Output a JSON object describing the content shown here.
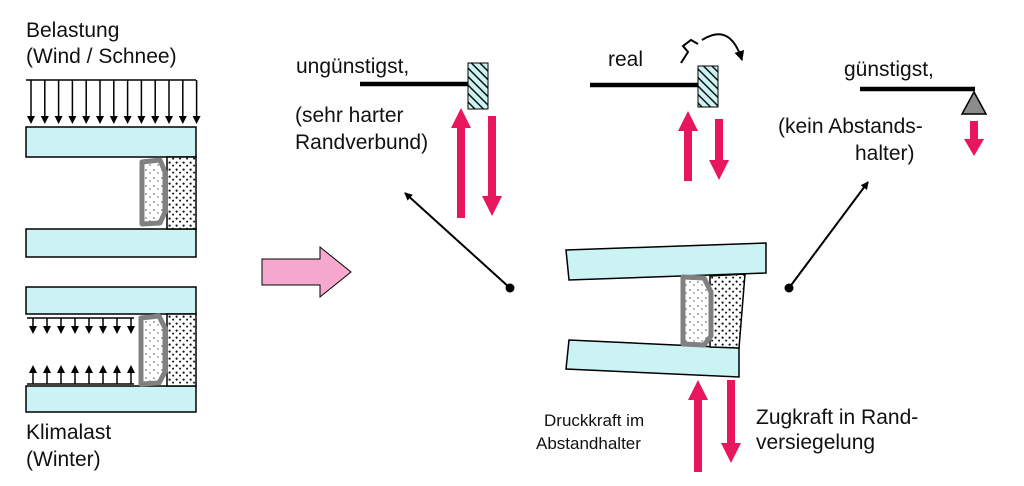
{
  "labels": {
    "belastung": [
      "Belastung",
      "(Wind / Schnee)"
    ],
    "klimalast": [
      "Klimalast",
      "(Winter)"
    ],
    "unguenstigst": [
      "ungünstigst,"
    ],
    "sehr_harter": [
      "(sehr harter",
      "Randverbund)"
    ],
    "real": [
      "real"
    ],
    "guenstigst": [
      "günstigst,"
    ],
    "kein_abstand": [
      "(kein Abstands-",
      "halter)"
    ],
    "druckkraft": [
      "Druckkraft im",
      "Abstandhalter"
    ],
    "zugkraft": [
      "Zugkraft in Rand-",
      "versiegelung"
    ]
  },
  "colors": {
    "glass": "#ccf3f3",
    "outline": "#000000",
    "force_arrow": "#e8175d",
    "process_arrow": "#f7a8cf",
    "spacer": "#808080",
    "support": "#8c8c8c"
  }
}
